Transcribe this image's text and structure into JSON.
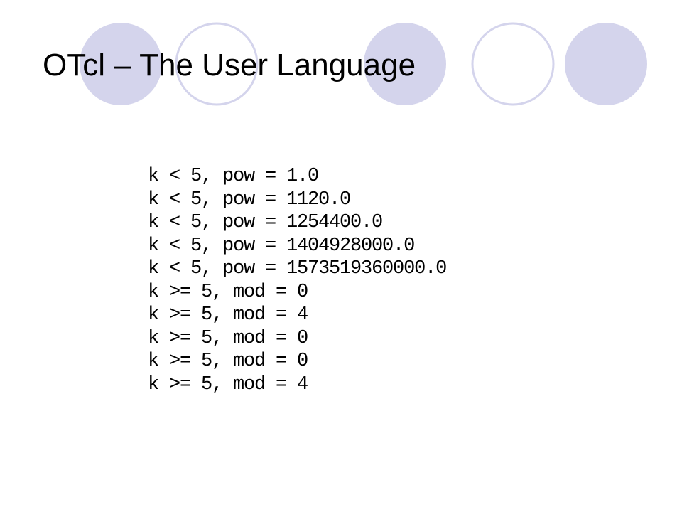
{
  "slide": {
    "title": "OTcl – The User Language",
    "decor_circle_color": "#d4d4ec",
    "decor_ring_color": "#d4d4ec"
  },
  "output_image": {
    "lines": [
      "k < 5, pow = 1.0",
      "k < 5, pow = 1120.0",
      "k < 5, pow = 1254400.0",
      "k < 5, pow = 1404928000.0",
      "k < 5, pow = 1573519360000.0",
      "k >= 5, mod = 0",
      "k >= 5, mod = 4",
      "k >= 5, mod = 0",
      "k >= 5, mod = 0",
      "k >= 5, mod = 4"
    ]
  }
}
